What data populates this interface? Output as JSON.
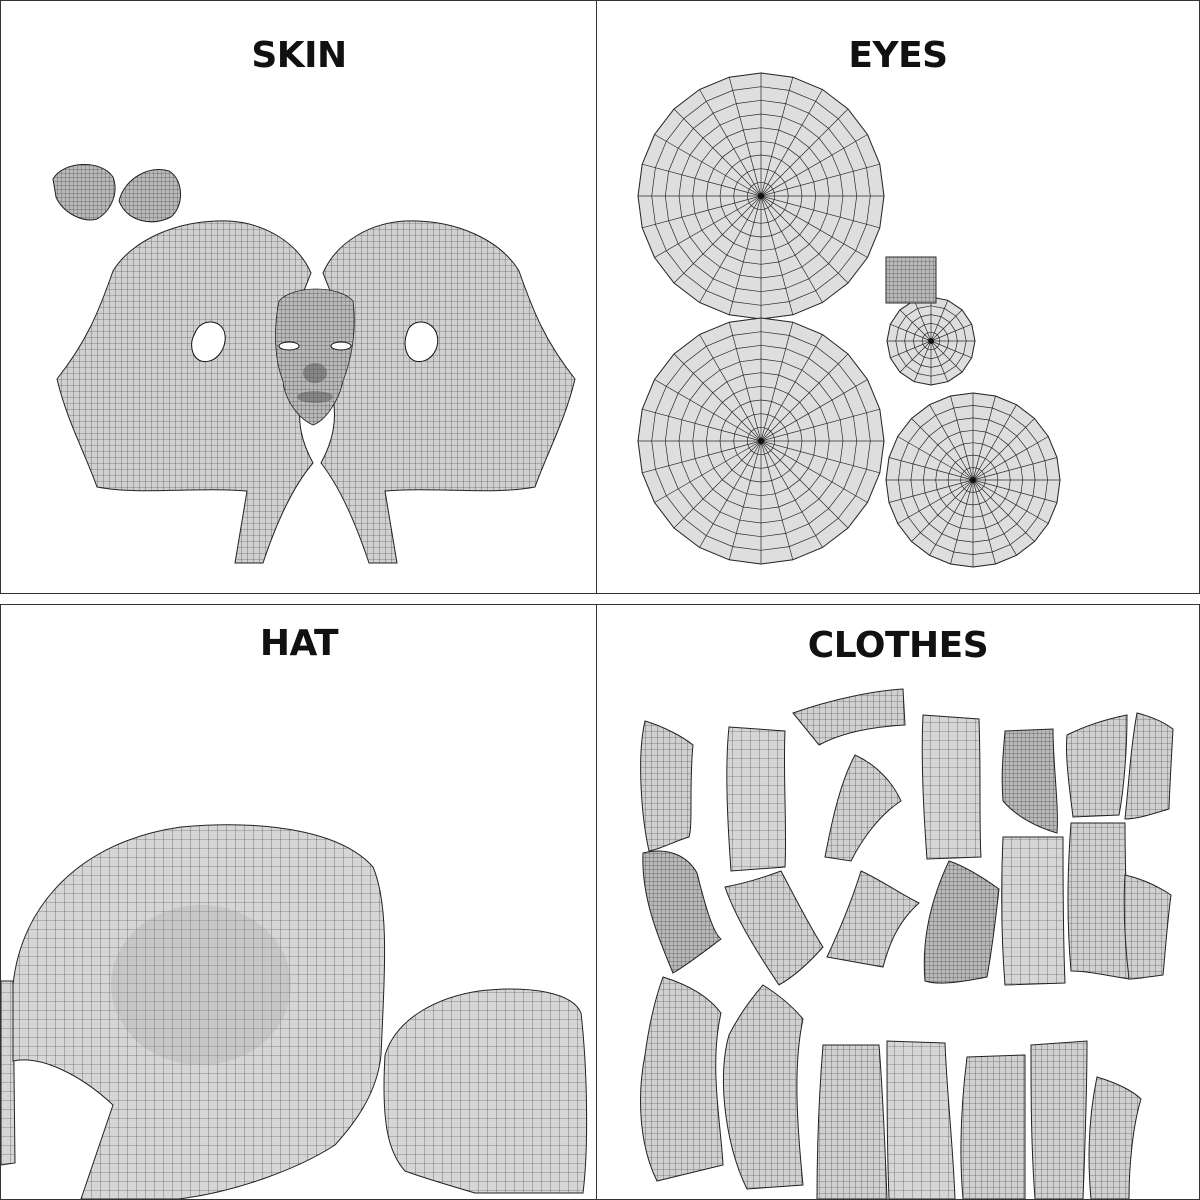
{
  "panels": {
    "skin": {
      "title": "SKIN"
    },
    "eyes": {
      "title": "EYES"
    },
    "hat": {
      "title": "HAT"
    },
    "clothes": {
      "title": "CLOTHES"
    }
  },
  "colors": {
    "uv_fill": "#d4d4d4",
    "uv_fill_light": "#dedede",
    "wire": "#2a2a2a",
    "border": "#333333"
  }
}
